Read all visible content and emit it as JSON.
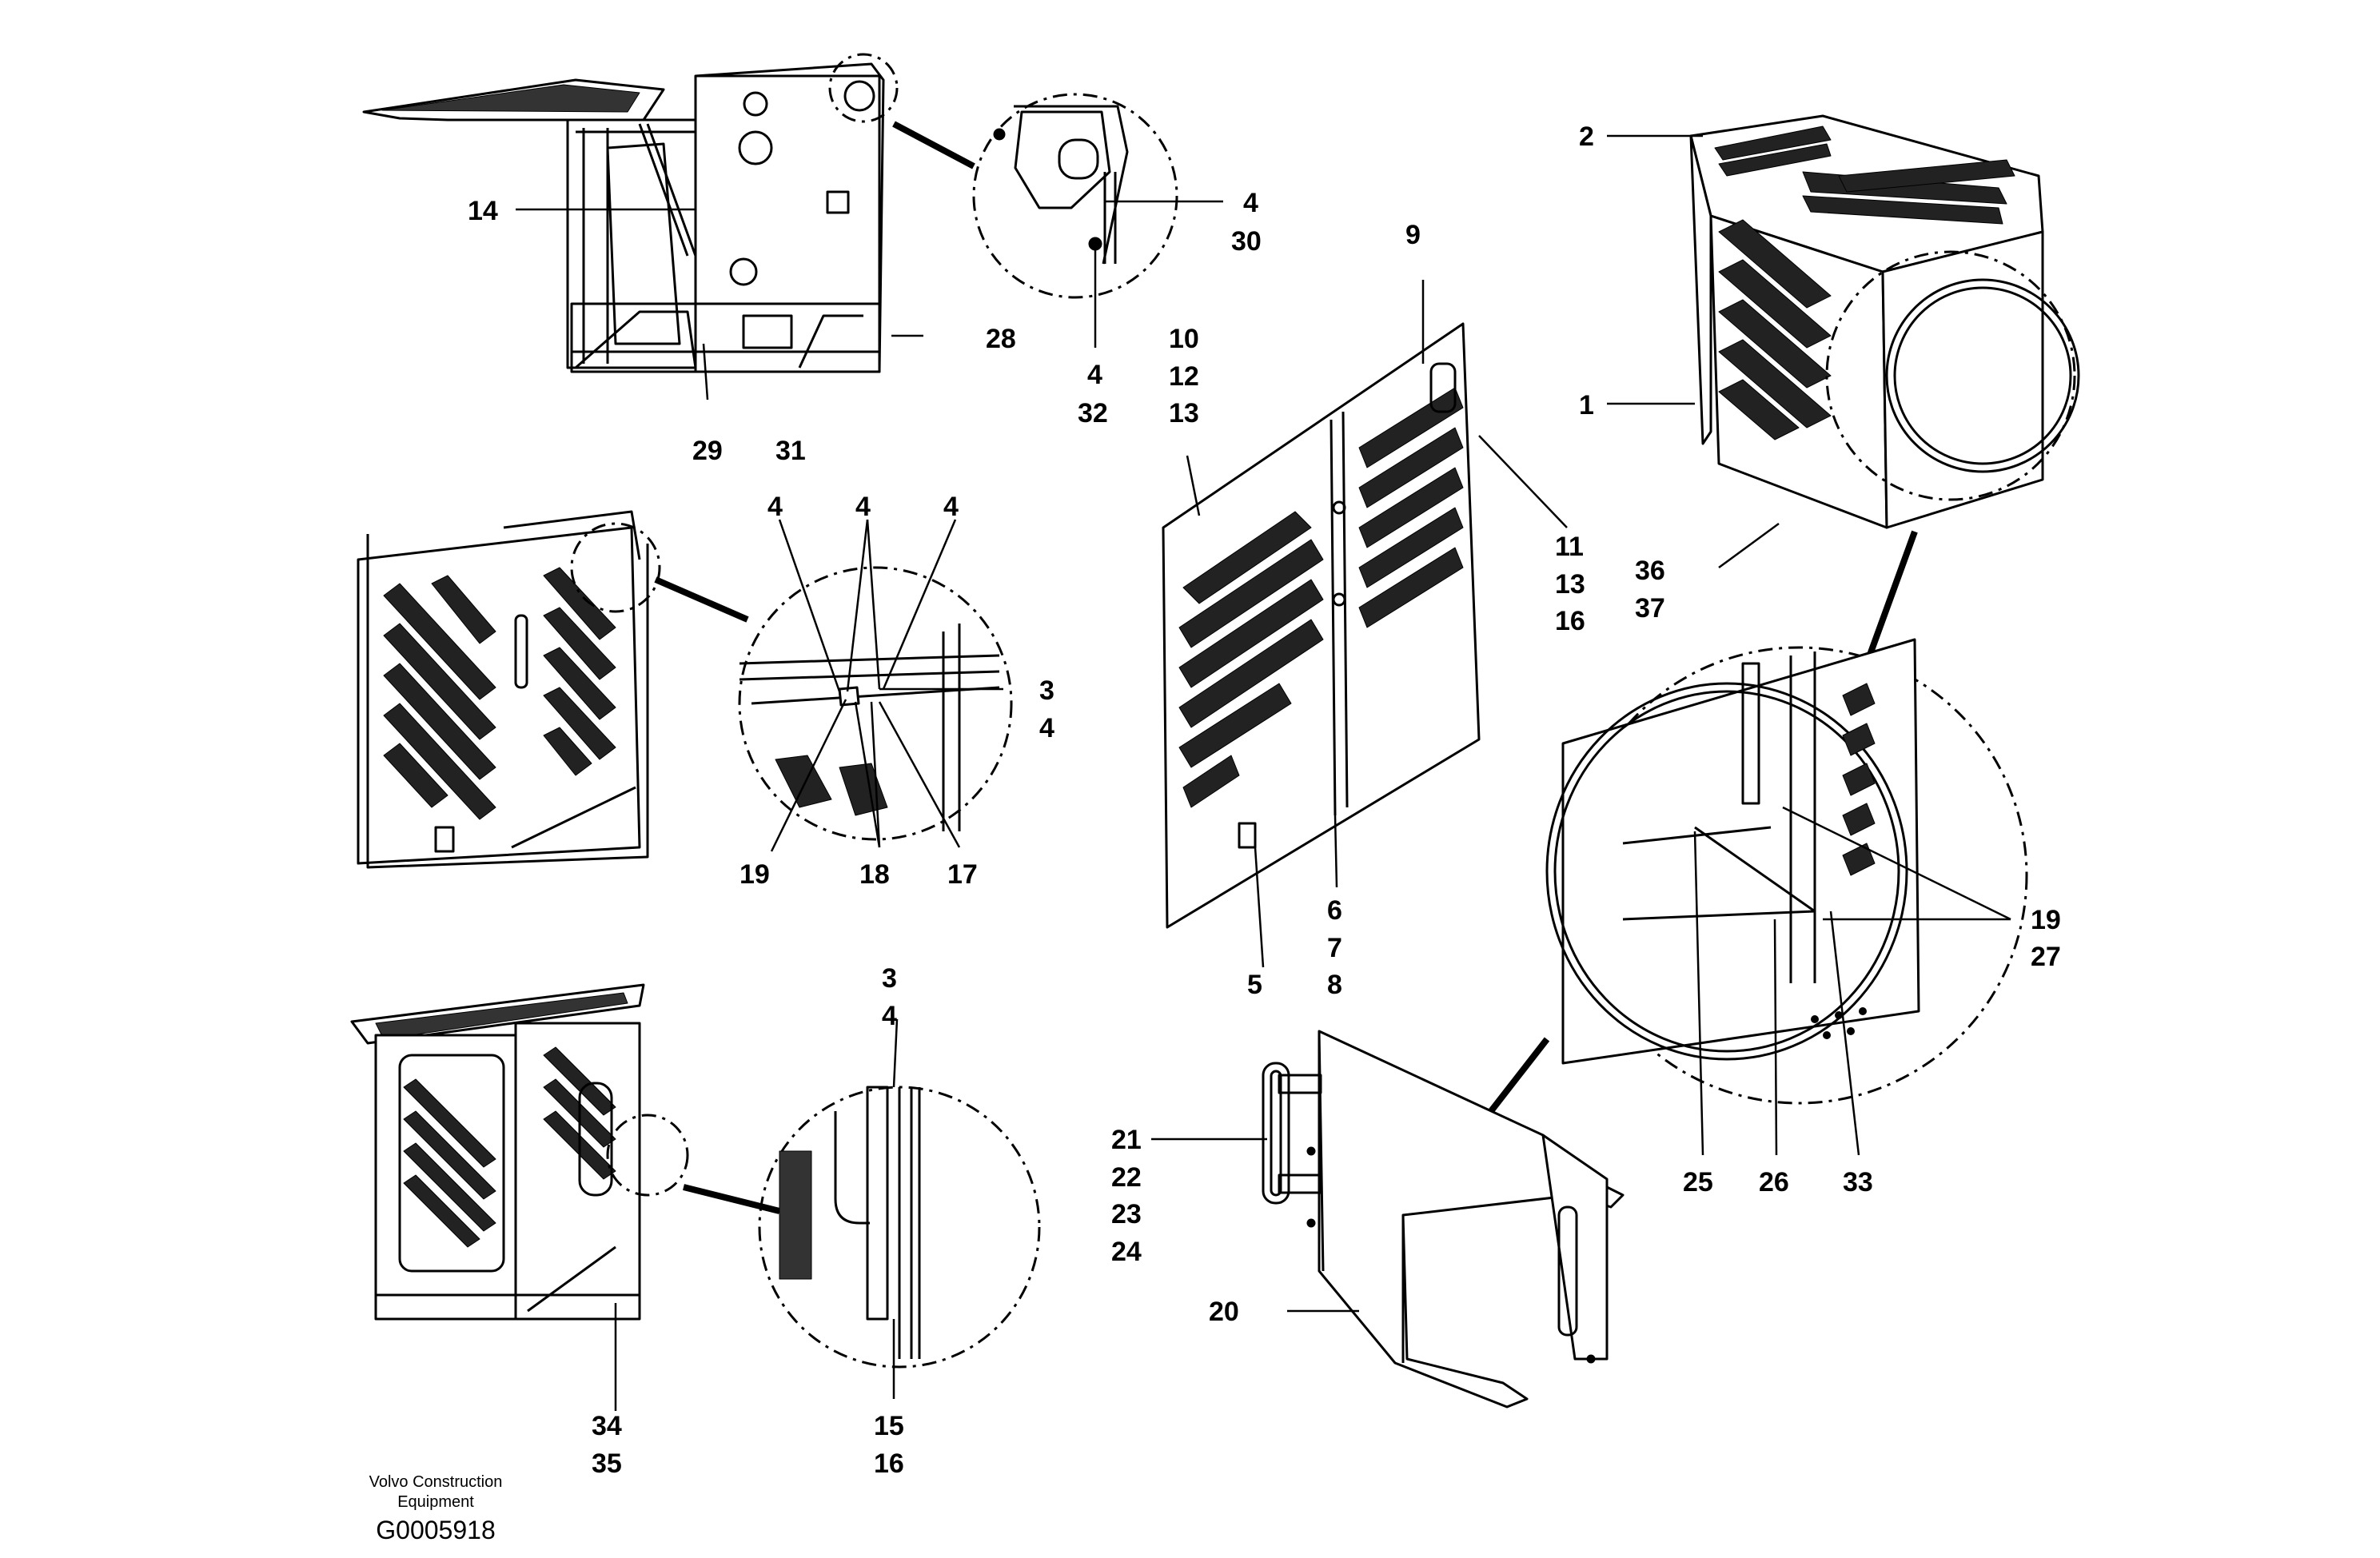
{
  "footer": {
    "company_line1": "Volvo Construction",
    "company_line2": "Equipment",
    "drawing_code": "G0005918"
  },
  "callouts": {
    "c14": "14",
    "c29": "29",
    "c31": "31",
    "c28": "28",
    "c4_30_a": "4",
    "c4_30_b": "30",
    "c4_32_a": "4",
    "c4_32_b": "32",
    "c10": "10",
    "c12": "12",
    "c13": "13",
    "c9": "9",
    "c11": "11",
    "c13b": "13",
    "c16": "16",
    "c2": "2",
    "c1": "1",
    "c36": "36",
    "c37": "37",
    "c4_top1": "4",
    "c4_top2": "4",
    "c4_top3": "4",
    "c3_a": "3",
    "c3_b": "4",
    "c19": "19",
    "c18": "18",
    "c17": "17",
    "c6": "6",
    "c7": "7",
    "c8": "8",
    "c5": "5",
    "c19_27_a": "19",
    "c19_27_b": "27",
    "c25": "25",
    "c26": "26",
    "c33": "33",
    "c3_4_a": "3",
    "c3_4_b": "4",
    "c15": "15",
    "c16b": "16",
    "c34": "34",
    "c35": "35",
    "c21": "21",
    "c22": "22",
    "c23": "23",
    "c24": "24",
    "c20": "20"
  }
}
